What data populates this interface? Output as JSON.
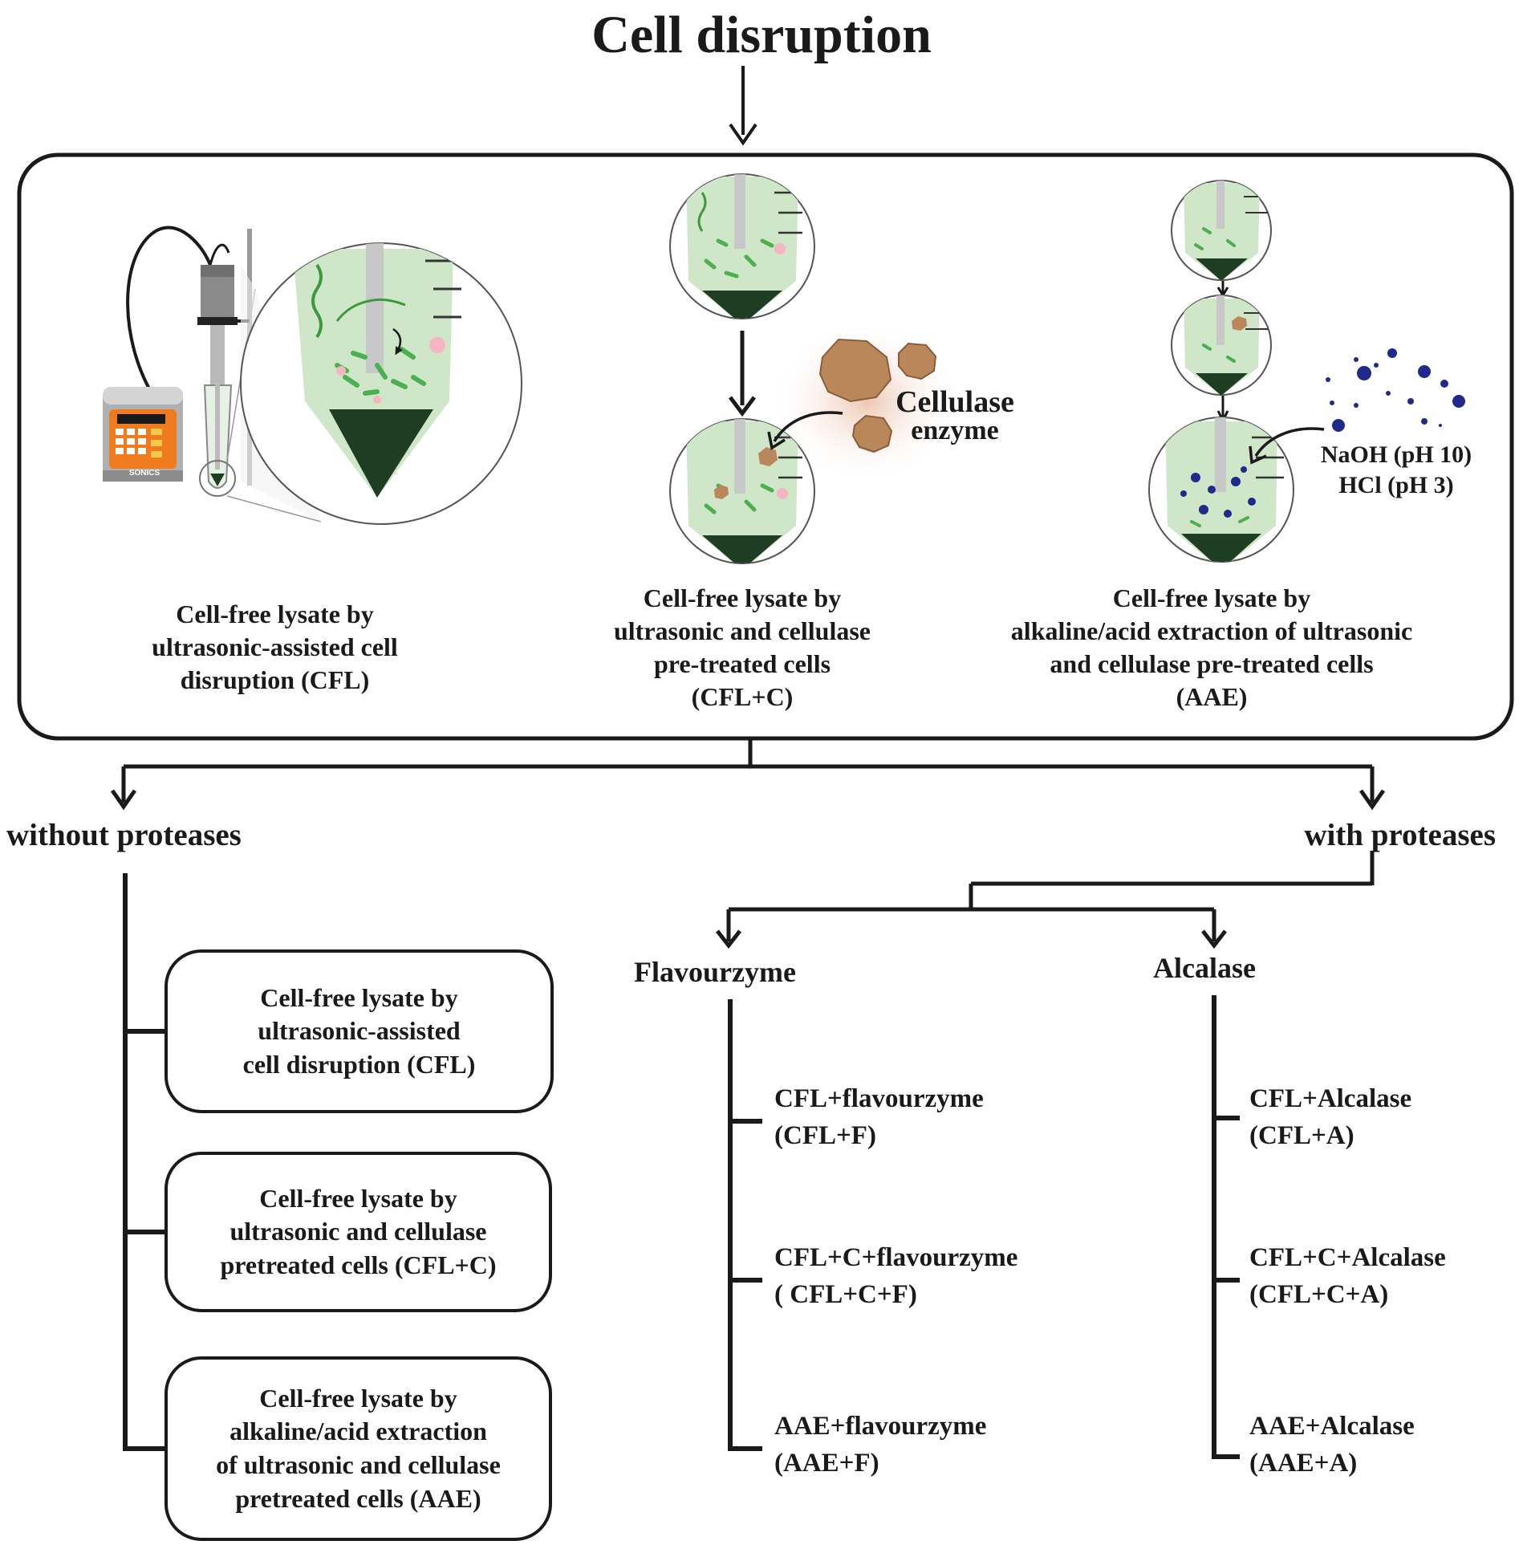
{
  "title": "Cell disruption",
  "methods": [
    {
      "line1": "Cell-free lysate by",
      "line2": "ultrasonic-assisted cell",
      "line3": "disruption (CFL)"
    },
    {
      "line1": "Cell-free lysate by",
      "line2": "ultrasonic and cellulase",
      "line3": "pre-treated cells",
      "line4": "(CFL+C)"
    },
    {
      "line1": "Cell-free lysate by",
      "line2": "alkaline/acid extraction of ultrasonic",
      "line3": "and cellulase pre-treated cells",
      "line4": "(AAE)"
    }
  ],
  "labels": {
    "cellulase_line1": "Cellulase",
    "cellulase_line2": "enzyme",
    "naoh": "NaOH (pH 10)",
    "hcl": "HCl (pH 3)",
    "device_brand": "SONICS"
  },
  "branches": {
    "without": "without proteases",
    "with": "with proteases"
  },
  "without_items": [
    {
      "line1": "Cell-free lysate by",
      "line2": "ultrasonic-assisted",
      "line3": "cell disruption (CFL)"
    },
    {
      "line1": "Cell-free lysate by",
      "line2": "ultrasonic and cellulase",
      "line3": "pretreated cells (CFL+C)"
    },
    {
      "line1": "Cell-free lysate by",
      "line2": "alkaline/acid extraction",
      "line3": "of ultrasonic and cellulase",
      "line4": "pretreated cells  (AAE)"
    }
  ],
  "enzymes": {
    "flavourzyme": {
      "name": "Flavourzyme",
      "items": [
        {
          "line1": "CFL+flavourzyme",
          "line2": "(CFL+F)"
        },
        {
          "line1": "CFL+C+flavourzyme",
          "line2": "( CFL+C+F)"
        },
        {
          "line1": "AAE+flavourzyme",
          "line2": "(AAE+F)"
        }
      ]
    },
    "alcalase": {
      "name": "Alcalase",
      "items": [
        {
          "line1": "CFL+Alcalase",
          "line2": "(CFL+A)"
        },
        {
          "line1": "CFL+C+Alcalase",
          "line2": "(CFL+C+A)"
        },
        {
          "line1": "AAE+Alcalase",
          "line2": "(AAE+A)"
        }
      ]
    }
  },
  "colors": {
    "liquid": "#cfe6c8",
    "pellet": "#1f3d22",
    "cell_green": "#4caf50",
    "device_orange": "#f07a1e",
    "enzyme_brown": "#b9875a",
    "ion_blue": "#1f2a8a",
    "line": "#1a1a1a"
  }
}
